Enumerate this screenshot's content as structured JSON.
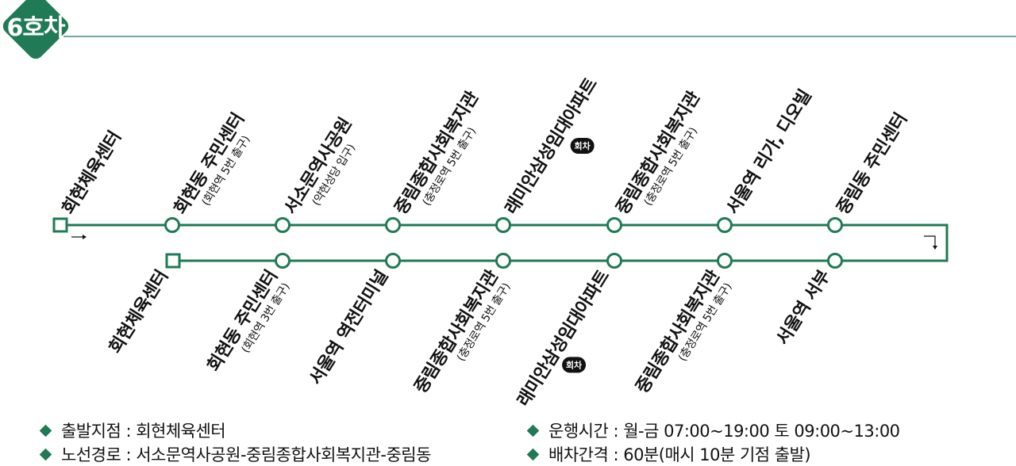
{
  "route": {
    "badge": "6호차"
  },
  "colors": {
    "line": "#1f7a55",
    "text": "#111111"
  },
  "outbound": [
    {
      "name": "회현체육센터",
      "sub": "",
      "terminal": true
    },
    {
      "name": "회현동 주민센터",
      "sub": "(회현역 5번 출구)"
    },
    {
      "name": "서소문역사공원",
      "sub": "(약현성당 입구)"
    },
    {
      "name": "중림종합사회복지관",
      "sub": "(충정로역 5번 출구)"
    },
    {
      "name": "래미안삼성임대아파트",
      "sub": "",
      "turn": "회차"
    },
    {
      "name": "중림종합사회복지관",
      "sub": "(충정로역 5번 출구)"
    },
    {
      "name": "서울역 리가, 디오빌",
      "sub": ""
    },
    {
      "name": "중림동 주민센터",
      "sub": ""
    }
  ],
  "inbound": [
    {
      "name": "회현체육센터",
      "sub": "",
      "terminal": true
    },
    {
      "name": "회현동 주민센터",
      "sub": "(회현역 3번 출구)"
    },
    {
      "name": "서울역 역전터미널",
      "sub": ""
    },
    {
      "name": "중림종합사회복지관",
      "sub": "(충정로역 5번 출구)"
    },
    {
      "name": "래미안삼성임대아파트",
      "sub": "",
      "turn": "회차"
    },
    {
      "name": "중림종합사회복지관",
      "sub": "(충정로역 5번 출구)"
    },
    {
      "name": "서울역 서부",
      "sub": ""
    }
  ],
  "info": {
    "start": "출발지점 : 회현체육센터",
    "path": "노선경로 : 서소문역사공원-중림종합사회복지관-중림동",
    "hours": "운행시간 : 월-금 07:00~19:00 토 09:00~13:00",
    "interval": "배차간격 : 60분(매시 10분 기점 출발)"
  }
}
